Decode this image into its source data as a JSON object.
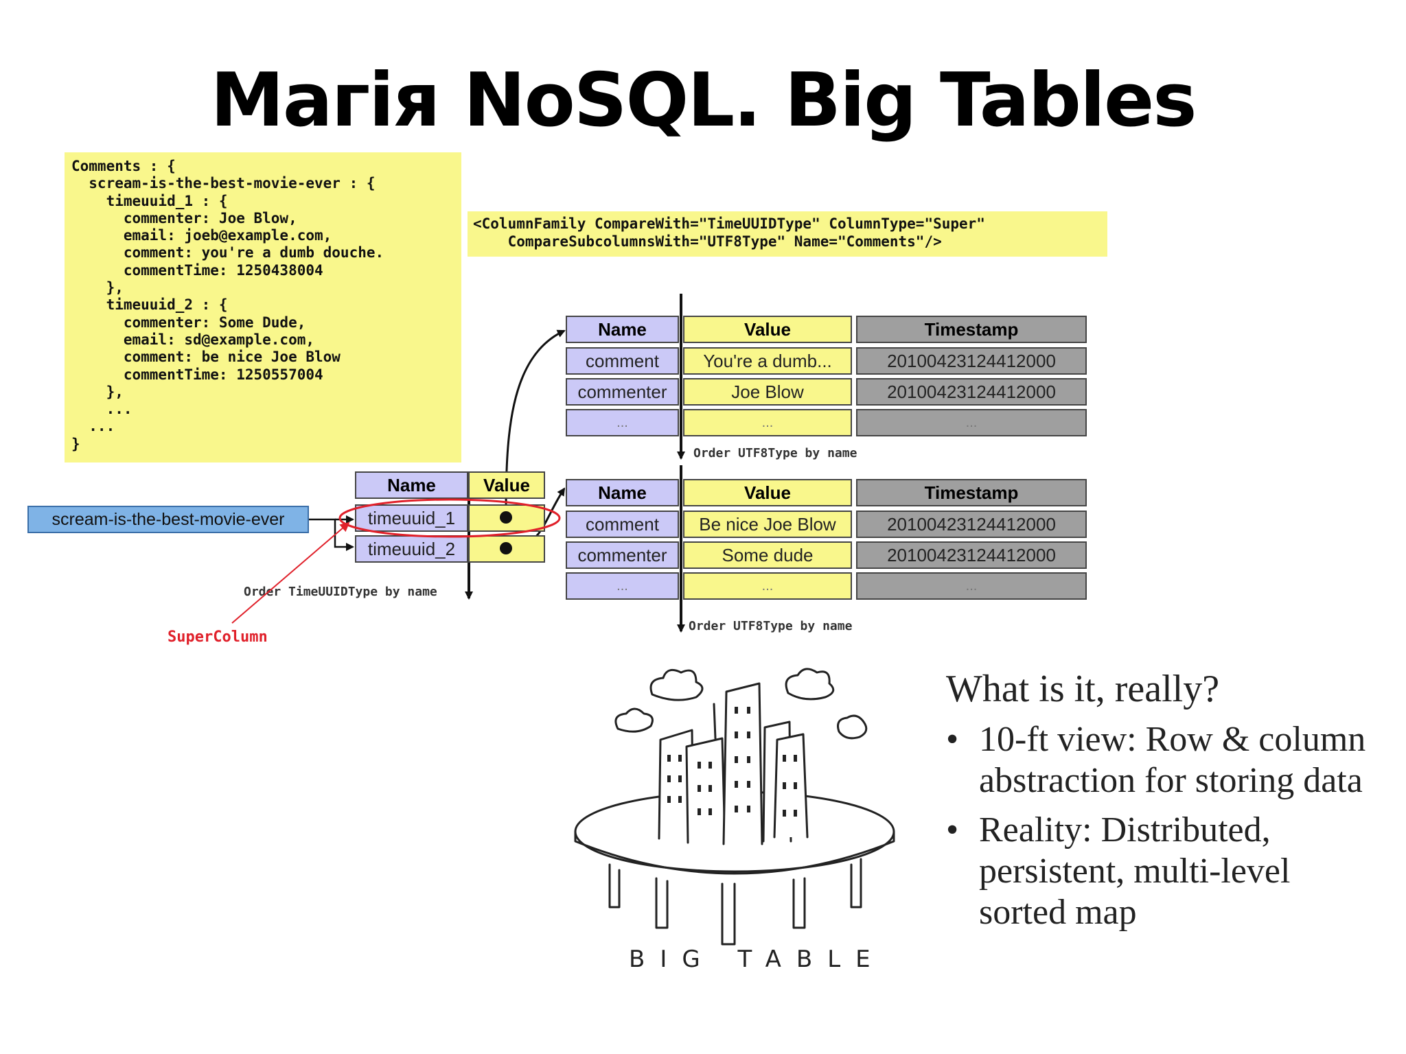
{
  "title": "Магія NoSQL. Big Tables",
  "code": {
    "lines": [
      "Comments : {",
      "  scream-is-the-best-movie-ever : {",
      "    timeuuid_1 : {",
      "      commenter: Joe Blow,",
      "      email: joeb@example.com,",
      "      comment: you're a dumb douche.",
      "      commentTime: 1250438004",
      "    },",
      "    timeuuid_2 : {",
      "      commenter: Some Dude,",
      "      email: sd@example.com,",
      "      comment: be nice Joe Blow",
      "      commentTime: 1250557004",
      "    },",
      "    ...",
      "  ...",
      "}"
    ]
  },
  "column_family": {
    "lines": [
      "<ColumnFamily CompareWith=\"TimeUUIDType\" ColumnType=\"Super\"",
      "    CompareSubcolumnsWith=\"UTF8Type\" Name=\"Comments\"/>"
    ]
  },
  "row_key": "scream-is-the-best-movie-ever",
  "super_table": {
    "headers": {
      "name": "Name",
      "value": "Value"
    },
    "rows": [
      "timeuuid_1",
      "timeuuid_2"
    ]
  },
  "sub_tables": [
    {
      "headers": {
        "name": "Name",
        "value": "Value",
        "timestamp": "Timestamp"
      },
      "rows": [
        {
          "name": "comment",
          "value": "You're a dumb...",
          "timestamp": "20100423124412000"
        },
        {
          "name": "commenter",
          "value": "Joe Blow",
          "timestamp": "20100423124412000"
        },
        {
          "name": "...",
          "value": "...",
          "timestamp": "..."
        }
      ],
      "order_label": "Order UTF8Type by name"
    },
    {
      "headers": {
        "name": "Name",
        "value": "Value",
        "timestamp": "Timestamp"
      },
      "rows": [
        {
          "name": "comment",
          "value": "Be nice Joe Blow",
          "timestamp": "20100423124412000"
        },
        {
          "name": "commenter",
          "value": "Some dude",
          "timestamp": "20100423124412000"
        },
        {
          "name": "...",
          "value": "...",
          "timestamp": "..."
        }
      ],
      "order_label": "Order UTF8Type by name"
    }
  ],
  "super_order_label": "Order TimeUUIDType by name",
  "supercolumn_label": "SuperColumn",
  "sketch_caption": "BIG TABLE",
  "bigtable_text": {
    "heading": "What is it, really?",
    "bullets": [
      "10-ft view: Row & column abstraction for storing data",
      "Reality: Distributed, persistent, multi-level sorted map"
    ]
  },
  "colors": {
    "yellow": "#f9f78c",
    "lavender": "#cbc9f7",
    "gray": "#9f9f9f",
    "blue": "#7fb3e6",
    "red": "#e0202a"
  }
}
